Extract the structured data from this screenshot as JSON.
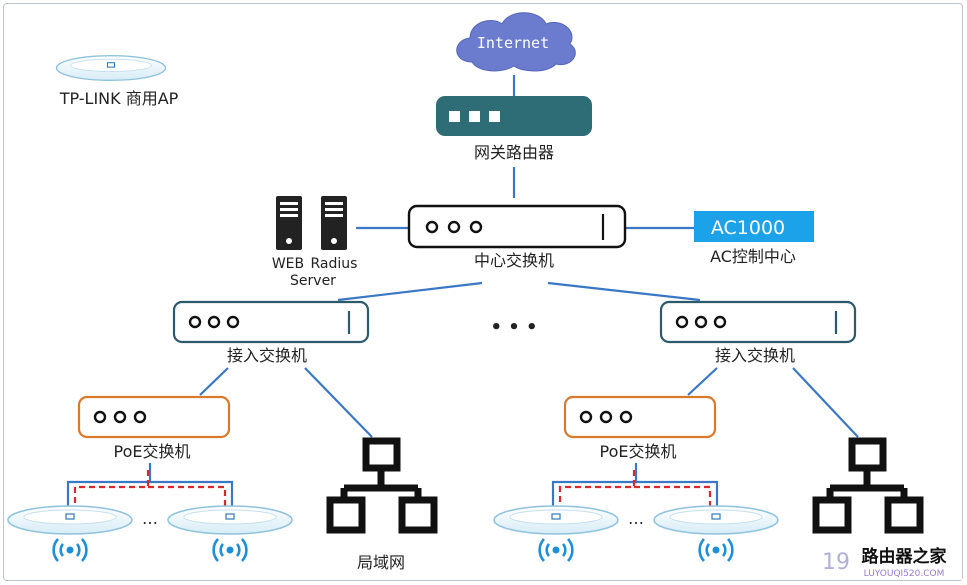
{
  "legend": {
    "label": "TP-LINK 商用AP"
  },
  "cloud": {
    "label": "Internet",
    "color": "#6b7ccf"
  },
  "router": {
    "label": "网关路由器",
    "color": "#2e6d76"
  },
  "core_switch": {
    "label": "中心交换机"
  },
  "servers": {
    "web": "WEB",
    "radius": "Radius",
    "server": "Server"
  },
  "ac": {
    "badge": "AC1000",
    "label": "AC控制中心",
    "color": "#1ba2e8"
  },
  "access_switches": [
    {
      "label": "接入交换机"
    },
    {
      "label": "接入交换机"
    }
  ],
  "poe_switches": [
    {
      "label": "PoE交换机"
    },
    {
      "label": "PoE交换机"
    }
  ],
  "lans": [
    {
      "label": "局域网"
    },
    {
      "label": ""
    }
  ],
  "ellipsis": "• • •",
  "ap_ellipsis": "…",
  "watermark": {
    "text": "路由器之家",
    "prefix": "19",
    "sub": "LUYOUQI520.COM"
  }
}
